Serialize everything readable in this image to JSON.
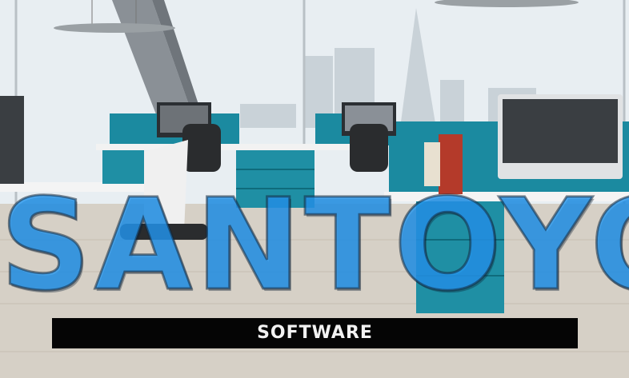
{
  "brand": {
    "name": "SANTOYO",
    "tagline": "SOFTWARE",
    "primary_color": "#2596ee",
    "bar_color": "#050505"
  },
  "scene": {
    "description_icon": "office-interior-photo",
    "accent_color": "#1b8aa0"
  }
}
